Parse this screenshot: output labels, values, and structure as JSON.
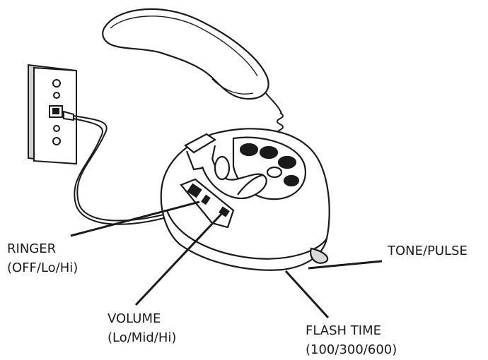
{
  "labels": {
    "ringer": {
      "name": "RINGER",
      "options": "(OFF/Lo/Hi)"
    },
    "volume": {
      "name": "VOLUME",
      "options": "(Lo/Mid/Hi)"
    },
    "tone_pulse": {
      "name": "TONE/PULSE"
    },
    "flash_time": {
      "name": "FLASH TIME",
      "options": "(100/300/600)"
    }
  },
  "colors": {
    "line": "#1a1a1a",
    "fill": "#ffffff",
    "shade": "#d9d9d9"
  }
}
